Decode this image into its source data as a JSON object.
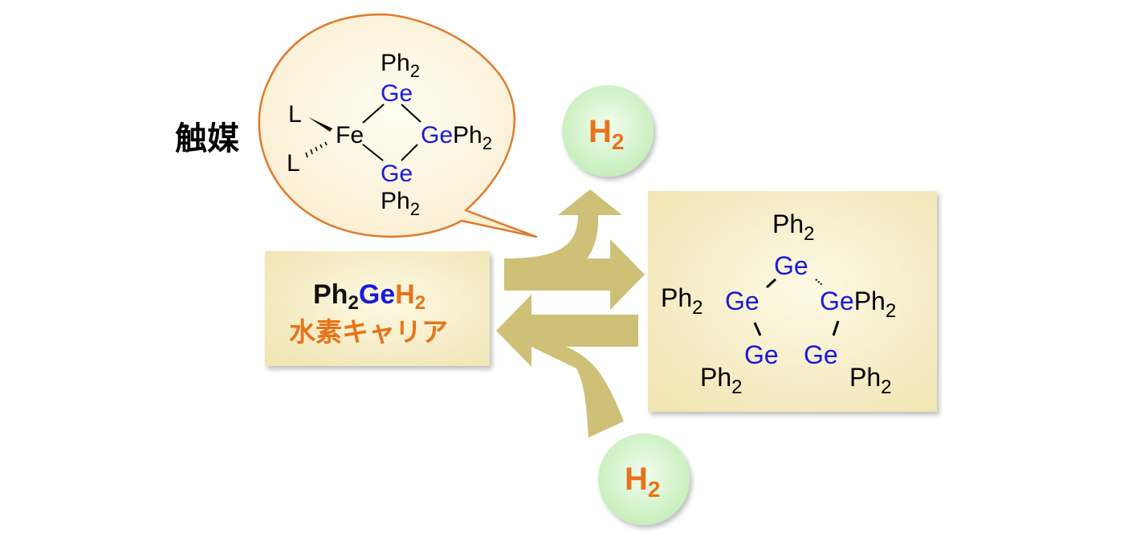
{
  "catalyst_label": "触媒",
  "fe_complex": {
    "ligand_top": "L",
    "ligand_bottom": "L",
    "metal": "Fe",
    "ge_top": "Ge",
    "ge_right": "Ge",
    "ge_right_sub": "Ph",
    "ge_bottom": "Ge",
    "ph": "Ph",
    "sub2": "2"
  },
  "carrier_box": {
    "formula_ph": "Ph",
    "formula_sub": "2",
    "formula_ge": "Ge",
    "formula_h": "H",
    "formula_h_sub": "2",
    "label": "水素キャリア"
  },
  "h2_top": {
    "h": "H",
    "sub": "2"
  },
  "h2_bottom": {
    "h": "H",
    "sub": "2"
  },
  "cyclic_box": {
    "ge": "Ge",
    "ph": "Ph",
    "sub2": "2"
  },
  "colors": {
    "ge_blue": "#1a1adb",
    "orange": "#e8731a",
    "arrow": "#cfc078",
    "bubble_border": "#e07a2c",
    "bubble_fill": "#fdf4dc",
    "box_fill": "#f8f0c4",
    "circle_fill": "#d8f5cf"
  }
}
